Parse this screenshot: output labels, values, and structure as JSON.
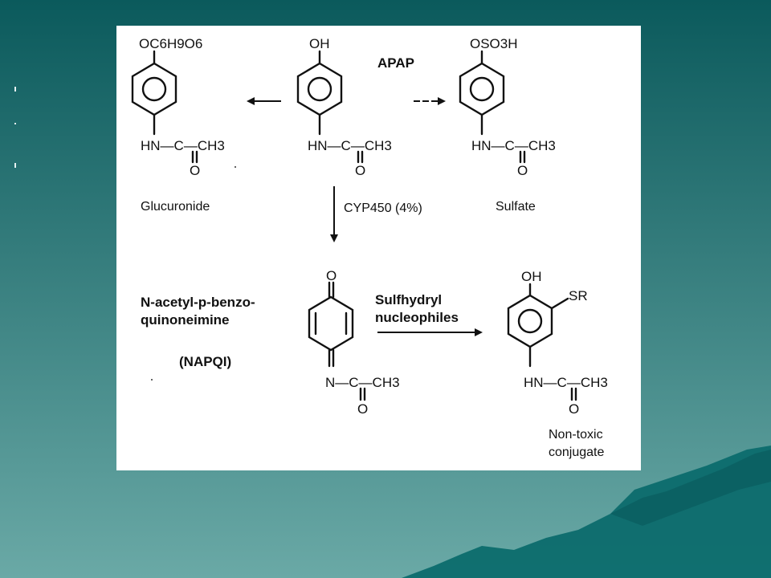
{
  "slide": {
    "colors": {
      "bg_top": "#0b5a5c",
      "bg_bottom": "#6aa9a6",
      "mountain": "#0c6b6d"
    }
  },
  "diagram": {
    "apap_label": "APAP",
    "glucuronide": {
      "substituent": "OC6H9O6",
      "side_chain": "HN—C—CH3",
      "carbonyl_o": "O",
      "name": "Glucuronide"
    },
    "apap": {
      "substituent": "OH",
      "side_chain": "HN—C—CH3",
      "carbonyl_o": "O",
      "pathway": "CYP450 (4%)"
    },
    "sulfate": {
      "substituent": "OSO3H",
      "side_chain": "HN—C—CH3",
      "carbonyl_o": "O",
      "name": "Sulfate"
    },
    "napqi": {
      "name_line1": "N-acetyl-p-benzo-",
      "name_line2": "quinoneimine",
      "abbrev": "(NAPQI)",
      "top_o": "O",
      "side_chain": "N—C—CH3",
      "carbonyl_o": "O"
    },
    "reagent_line1": "Sulfhydryl",
    "reagent_line2": "nucleophiles",
    "conjugate": {
      "substituent_oh": "OH",
      "substituent_sr": "SR",
      "side_chain": "HN—C—CH3",
      "carbonyl_o": "O",
      "name_line1": "Non-toxic",
      "name_line2": "conjugate"
    }
  }
}
